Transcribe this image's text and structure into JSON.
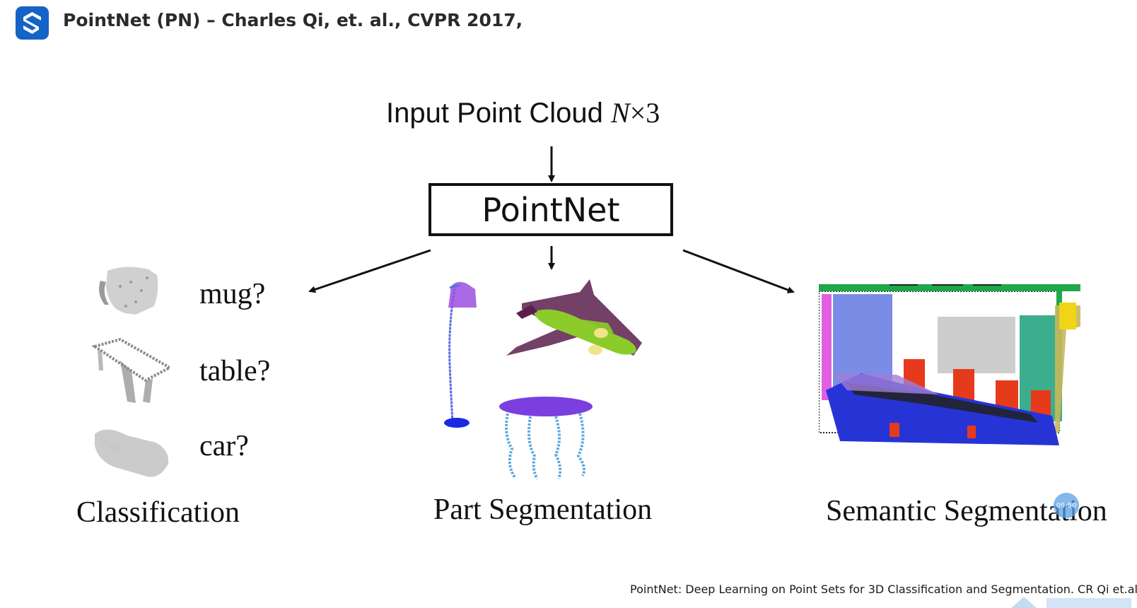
{
  "header": {
    "logo_icon": "s-logo-icon",
    "title": "PointNet (PN) – Charles Qi, et. al., CVPR 2017,"
  },
  "diagram": {
    "input": {
      "text": "Input Point Cloud ",
      "math_var": "N",
      "math_op": "×3"
    },
    "center_box": "PointNet",
    "classification": {
      "items": [
        "mug?",
        "table?",
        "car?"
      ],
      "caption": "Classification"
    },
    "part_segmentation": {
      "caption": "Part Segmentation"
    },
    "semantic_segmentation": {
      "caption": "Semantic Segmentation"
    }
  },
  "footer": {
    "reference": "PointNet: Deep Learning on Point Sets for 3D Classification and Segmentation. CR Qi et.al."
  },
  "overlay": {
    "timer": "09:50"
  },
  "colors": {
    "logo_blue": "#1463c5",
    "lamp": "#9b4fe0",
    "plane_body": "#8ccc2a",
    "plane_wing": "#5b1f4e",
    "table_top": "#7b3fe0",
    "table_legs": "#5aa8e0",
    "room_blue": "#2634d6",
    "room_red": "#e63a1c",
    "room_green": "#1ea84a",
    "room_yellow": "#f0d418"
  }
}
